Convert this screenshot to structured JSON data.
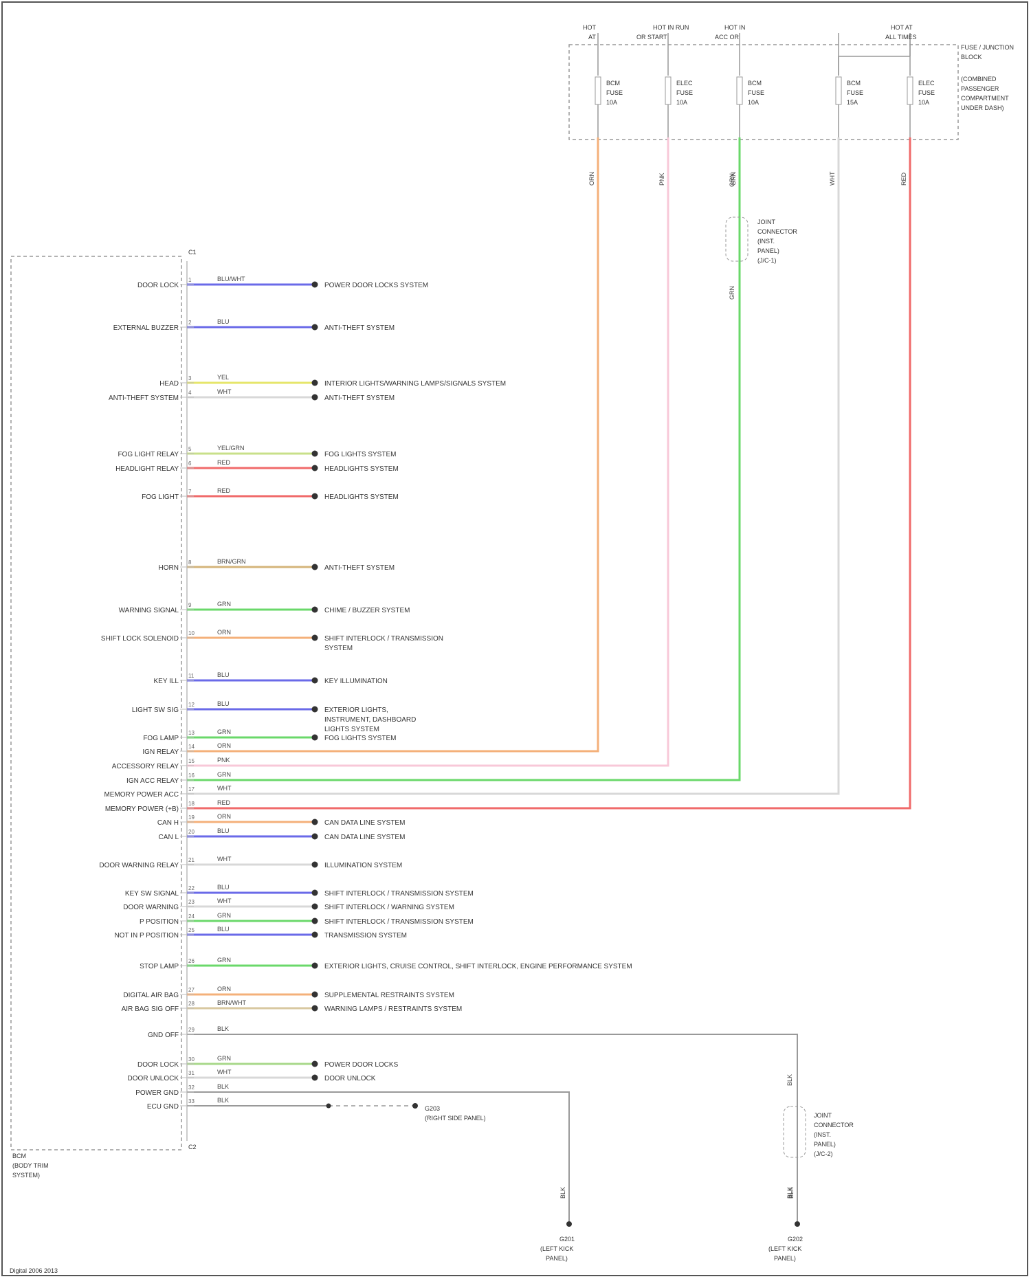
{
  "footer": {
    "watermark": "Digital 2006 2013"
  },
  "module": {
    "name_lines": [
      "BCM",
      "(BODY TRIM",
      "SYSTEM)"
    ],
    "connector_top": "C1",
    "connector_bottom": "C2"
  },
  "fuse_box": {
    "label_lines": [
      "FUSE / JUNCTION",
      "BLOCK",
      "(COMBINED",
      "PASSENGER",
      "COMPARTMENT",
      "UNDER DASH)"
    ],
    "supplies": [
      {
        "label_lines": [
          "HOT",
          "AT"
        ]
      },
      {
        "label_lines": [
          "HOT IN RUN",
          "OR START"
        ]
      },
      {
        "label_lines": [
          "HOT IN",
          "ACC OR"
        ]
      },
      {
        "label_lines": [
          "HOT AT",
          "ALL TIMES"
        ]
      }
    ],
    "fuses": [
      {
        "label_lines": [
          "BCM",
          "FUSE",
          "10A"
        ]
      },
      {
        "label_lines": [
          "ELEC",
          "FUSE",
          "10A"
        ]
      },
      {
        "label_lines": [
          "BCM",
          "FUSE",
          "10A"
        ]
      },
      {
        "label_lines": [
          "BCM",
          "FUSE",
          "15A"
        ]
      },
      {
        "label_lines": [
          "ELEC",
          "FUSE",
          "10A"
        ]
      }
    ],
    "wire_codes": [
      "ORN",
      "PNK",
      "GRN",
      "WHT",
      "RED"
    ]
  },
  "joint_connectors": [
    {
      "label_lines": [
        "JOINT",
        "CONNECTOR",
        "(INST.",
        "PANEL)",
        "(J/C-1)"
      ],
      "wire_codes": [
        "GRN",
        "GRN"
      ]
    },
    {
      "label_lines": [
        "JOINT",
        "CONNECTOR",
        "(INST.",
        "PANEL)",
        "(J/C-2)"
      ],
      "wire_codes": [
        "BLK",
        "BLK"
      ]
    }
  ],
  "grounds": [
    {
      "label_lines": [
        "G201",
        "(LEFT KICK",
        "PANEL)"
      ],
      "wire_code": "BLK"
    },
    {
      "label_lines": [
        "G202",
        "(LEFT KICK",
        "PANEL)"
      ],
      "wire_code": "BLK"
    }
  ],
  "bottom_splice_label": [
    "G203",
    "(RIGHT SIDE PANEL)"
  ],
  "pins": [
    {
      "signal": "DOOR LOCK",
      "wire": "BLU/WHT",
      "dest_lines": [
        "POWER DOOR LOCKS SYSTEM"
      ],
      "color": "#6a6ae8"
    },
    {
      "signal": "EXTERNAL BUZZER",
      "wire": "BLU",
      "dest_lines": [
        "ANTI-THEFT SYSTEM"
      ],
      "color": "#6a6ae8"
    },
    {
      "signal": "HEAD",
      "wire": "YEL",
      "dest_lines": [
        "INTERIOR LIGHTS/WARNING LAMPS/SIGNALS SYSTEM"
      ],
      "color": "#e6e66a"
    },
    {
      "signal": "ANTI-THEFT SYSTEM",
      "wire": "WHT",
      "dest_lines": [
        "ANTI-THEFT SYSTEM"
      ],
      "color": "#d8d8d8"
    },
    {
      "signal": "FOG LIGHT RELAY",
      "wire": "YEL/GRN",
      "dest_lines": [
        "FOG LIGHTS SYSTEM"
      ],
      "color": "#c8e08a"
    },
    {
      "signal": "HEADLIGHT RELAY",
      "wire": "RED",
      "dest_lines": [
        "HEADLIGHTS SYSTEM"
      ],
      "color": "#f06a6a"
    },
    {
      "signal": "FOG LIGHT",
      "wire": "RED",
      "dest_lines": [
        "HEADLIGHTS SYSTEM"
      ],
      "color": "#f06a6a"
    },
    {
      "signal": "HORN",
      "wire": "BRN/GRN",
      "dest_lines": [
        "ANTI-THEFT SYSTEM"
      ],
      "color": "#d4b47a"
    },
    {
      "signal": "WARNING SIGNAL",
      "wire": "GRN",
      "dest_lines": [
        "CHIME / BUZZER SYSTEM"
      ],
      "color": "#6ad86a"
    },
    {
      "signal": "SHIFT LOCK SOLENOID",
      "wire": "ORN",
      "dest_lines": [
        "SHIFT INTERLOCK / TRANSMISSION",
        "SYSTEM"
      ],
      "color": "#f4b07a"
    },
    {
      "signal": "KEY ILL",
      "wire": "BLU",
      "dest_lines": [
        "KEY ILLUMINATION"
      ],
      "color": "#6a6ae8"
    },
    {
      "signal": "LIGHT SW SIG",
      "wire": "BLU",
      "dest_lines": [
        "EXTERIOR LIGHTS,",
        "INSTRUMENT, DASHBOARD",
        "LIGHTS SYSTEM"
      ],
      "color": "#6a6ae8"
    },
    {
      "signal": "FOG LAMP",
      "wire": "GRN",
      "dest_lines": [
        "FOG LIGHTS SYSTEM"
      ],
      "color": "#6ad86a"
    },
    {
      "signal": "IGN RELAY",
      "wire": "ORN",
      "dest_lines": [],
      "color": "#f4b07a"
    },
    {
      "signal": "ACCESSORY RELAY",
      "wire": "PNK",
      "dest_lines": [],
      "color": "#f8c8d8"
    },
    {
      "signal": "IGN ACC RELAY",
      "wire": "GRN",
      "dest_lines": [],
      "color": "#6ad86a"
    },
    {
      "signal": "MEMORY POWER ACC",
      "wire": "WHT",
      "dest_lines": [],
      "color": "#d8d8d8"
    },
    {
      "signal": "MEMORY POWER (+B)",
      "wire": "RED",
      "dest_lines": [],
      "color": "#f06a6a"
    },
    {
      "signal": "CAN H",
      "wire": "ORN",
      "dest_lines": [
        "CAN DATA LINE SYSTEM"
      ],
      "color": "#f4b07a"
    },
    {
      "signal": "CAN L",
      "wire": "BLU",
      "dest_lines": [
        "CAN DATA LINE SYSTEM"
      ],
      "color": "#6a6ae8"
    },
    {
      "signal": "DOOR WARNING RELAY",
      "wire": "WHT",
      "dest_lines": [
        "ILLUMINATION SYSTEM"
      ],
      "color": "#d8d8d8"
    },
    {
      "signal": "KEY SW SIGNAL",
      "wire": "BLU",
      "dest_lines": [
        "SHIFT INTERLOCK / TRANSMISSION SYSTEM"
      ],
      "color": "#6a6ae8"
    },
    {
      "signal": "DOOR WARNING",
      "wire": "WHT",
      "dest_lines": [
        "SHIFT INTERLOCK / WARNING SYSTEM"
      ],
      "color": "#d8d8d8"
    },
    {
      "signal": "P POSITION",
      "wire": "GRN",
      "dest_lines": [
        "SHIFT INTERLOCK / TRANSMISSION SYSTEM"
      ],
      "color": "#6ad86a"
    },
    {
      "signal": "NOT IN P POSITION",
      "wire": "BLU",
      "dest_lines": [
        "TRANSMISSION SYSTEM"
      ],
      "color": "#6a6ae8"
    },
    {
      "signal": "STOP LAMP",
      "wire": "GRN",
      "dest_lines": [
        "EXTERIOR LIGHTS, CRUISE CONTROL, SHIFT INTERLOCK, ENGINE PERFORMANCE SYSTEM"
      ],
      "color": "#6ad86a"
    },
    {
      "signal": "DIGITAL AIR BAG",
      "wire": "ORN",
      "dest_lines": [
        "SUPPLEMENTAL RESTRAINTS SYSTEM"
      ],
      "color": "#f4b07a"
    },
    {
      "signal": "AIR BAG SIG OFF",
      "wire": "BRN/WHT",
      "dest_lines": [
        "WARNING LAMPS / RESTRAINTS SYSTEM"
      ],
      "color": "#d8c8a0"
    },
    {
      "signal": "GND OFF",
      "wire": "BLK",
      "dest_lines": [],
      "color": "#999999"
    },
    {
      "signal": "DOOR LOCK",
      "wire": "GRN",
      "dest_lines": [
        "POWER DOOR LOCKS"
      ],
      "color": "#a8d88a"
    },
    {
      "signal": "DOOR UNLOCK",
      "wire": "WHT",
      "dest_lines": [
        "DOOR UNLOCK"
      ],
      "color": "#d8d8d8"
    },
    {
      "signal": "POWER GND",
      "wire": "BLK",
      "dest_lines": [],
      "color": "#999999"
    },
    {
      "signal": "ECU GND",
      "wire": "BLK",
      "dest_lines": [],
      "color": "#999999"
    }
  ]
}
